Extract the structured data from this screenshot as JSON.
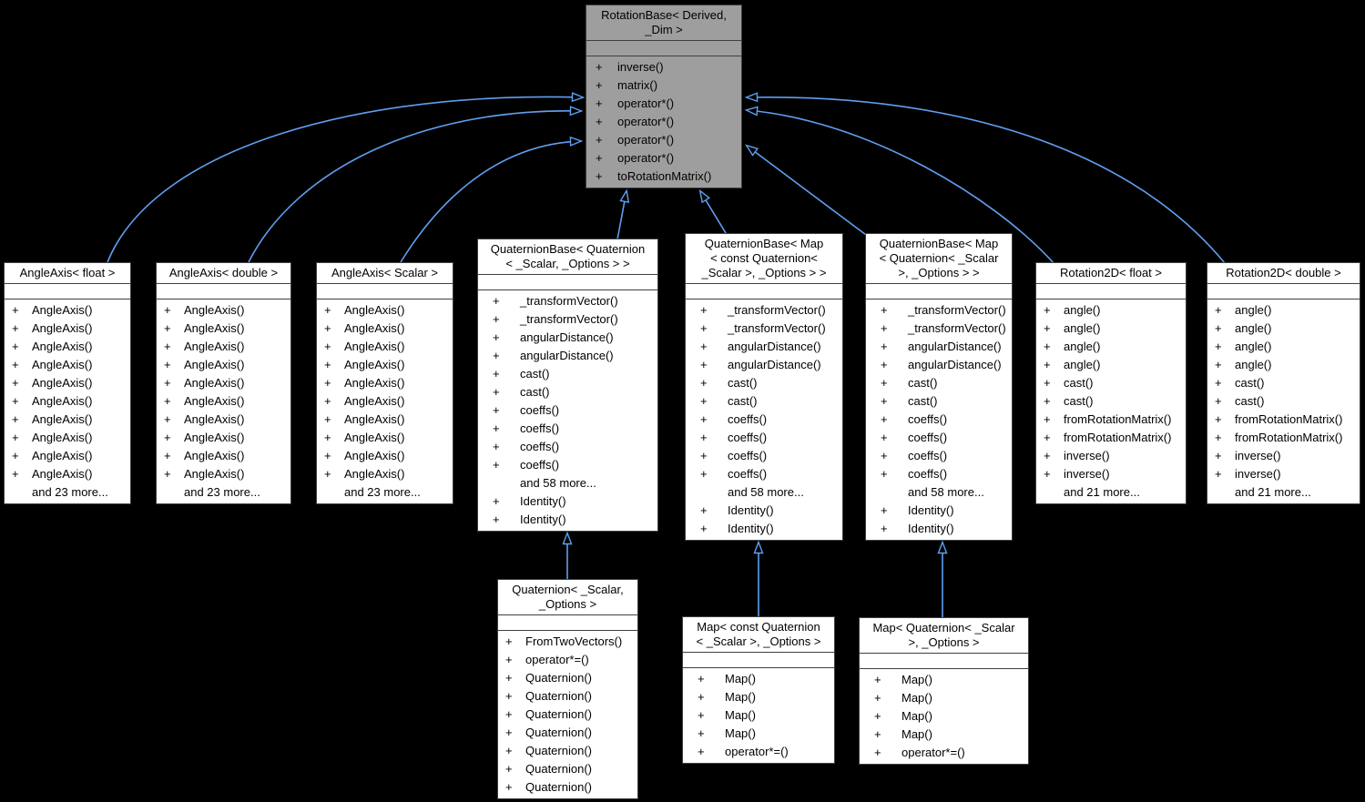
{
  "colors": {
    "background": "#000000",
    "edge": "#5f9ff0",
    "node_fill": "#ffffff",
    "base_node_fill": "#9e9e9e",
    "border": "#3f3f3f",
    "text": "#000000"
  },
  "classes": [
    {
      "id": "rotation-base",
      "title_lines": [
        "RotationBase< Derived,",
        "_Dim >"
      ],
      "methods": [
        "+ inverse()",
        "+ matrix()",
        "+ operator*()",
        "+ operator*()",
        "+ operator*()",
        "+ operator*()",
        "+ toRotationMatrix()"
      ]
    },
    {
      "id": "angleaxis-float",
      "title_lines": [
        "AngleAxis< float >"
      ],
      "methods": [
        "+ AngleAxis()",
        "+ AngleAxis()",
        "+ AngleAxis()",
        "+ AngleAxis()",
        "+ AngleAxis()",
        "+ AngleAxis()",
        "+ AngleAxis()",
        "+ AngleAxis()",
        "+ AngleAxis()",
        "+ AngleAxis()",
        "and 23 more..."
      ]
    },
    {
      "id": "angleaxis-double",
      "title_lines": [
        "AngleAxis< double >"
      ],
      "methods": [
        "+ AngleAxis()",
        "+ AngleAxis()",
        "+ AngleAxis()",
        "+ AngleAxis()",
        "+ AngleAxis()",
        "+ AngleAxis()",
        "+ AngleAxis()",
        "+ AngleAxis()",
        "+ AngleAxis()",
        "+ AngleAxis()",
        "and 23 more..."
      ]
    },
    {
      "id": "angleaxis-scalar",
      "title_lines": [
        "AngleAxis< Scalar >"
      ],
      "methods": [
        "+ AngleAxis()",
        "+ AngleAxis()",
        "+ AngleAxis()",
        "+ AngleAxis()",
        "+ AngleAxis()",
        "+ AngleAxis()",
        "+ AngleAxis()",
        "+ AngleAxis()",
        "+ AngleAxis()",
        "+ AngleAxis()",
        "and 23 more..."
      ]
    },
    {
      "id": "qb-quaternion",
      "title_lines": [
        "QuaternionBase< Quaternion",
        "< _Scalar, _Options > >"
      ],
      "methods": [
        "+ _transformVector()",
        "+ _transformVector()",
        "+ angularDistance()",
        "+ angularDistance()",
        "+ cast()",
        "+ cast()",
        "+ coeffs()",
        "+ coeffs()",
        "+ coeffs()",
        "+ coeffs()",
        "and 58 more...",
        "+ Identity()",
        "+ Identity()"
      ]
    },
    {
      "id": "qb-map-const-quaternion",
      "title_lines": [
        "QuaternionBase< Map",
        "< const Quaternion<",
        "_Scalar >, _Options > >"
      ],
      "methods": [
        "+ _transformVector()",
        "+ _transformVector()",
        "+ angularDistance()",
        "+ angularDistance()",
        "+ cast()",
        "+ cast()",
        "+ coeffs()",
        "+ coeffs()",
        "+ coeffs()",
        "+ coeffs()",
        "and 58 more...",
        "+ Identity()",
        "+ Identity()"
      ]
    },
    {
      "id": "qb-map-quaternion",
      "title_lines": [
        "QuaternionBase< Map",
        "< Quaternion< _Scalar",
        ">, _Options > >"
      ],
      "methods": [
        "+ _transformVector()",
        "+ _transformVector()",
        "+ angularDistance()",
        "+ angularDistance()",
        "+ cast()",
        "+ cast()",
        "+ coeffs()",
        "+ coeffs()",
        "+ coeffs()",
        "+ coeffs()",
        "and 58 more...",
        "+ Identity()",
        "+ Identity()"
      ]
    },
    {
      "id": "rotation2d-float",
      "title_lines": [
        "Rotation2D< float >"
      ],
      "methods": [
        "+ angle()",
        "+ angle()",
        "+ angle()",
        "+ angle()",
        "+ cast()",
        "+ cast()",
        "+ fromRotationMatrix()",
        "+ fromRotationMatrix()",
        "+ inverse()",
        "+ inverse()",
        "and 21 more..."
      ]
    },
    {
      "id": "rotation2d-double",
      "title_lines": [
        "Rotation2D< double >"
      ],
      "methods": [
        "+ angle()",
        "+ angle()",
        "+ angle()",
        "+ angle()",
        "+ cast()",
        "+ cast()",
        "+ fromRotationMatrix()",
        "+ fromRotationMatrix()",
        "+ inverse()",
        "+ inverse()",
        "and 21 more..."
      ]
    },
    {
      "id": "quaternion",
      "title_lines": [
        "Quaternion< _Scalar,",
        "_Options >"
      ],
      "methods": [
        "+ FromTwoVectors()",
        "+ operator*=()",
        "+ Quaternion()",
        "+ Quaternion()",
        "+ Quaternion()",
        "+ Quaternion()",
        "+ Quaternion()",
        "+ Quaternion()",
        "+ Quaternion()"
      ]
    },
    {
      "id": "map-const-quaternion",
      "title_lines": [
        "Map< const Quaternion",
        "< _Scalar >, _Options >"
      ],
      "methods": [
        "+ Map()",
        "+ Map()",
        "+ Map()",
        "+ Map()",
        "+ operator*=()"
      ]
    },
    {
      "id": "map-quaternion",
      "title_lines": [
        "Map< Quaternion< _Scalar",
        ">, _Options >"
      ],
      "methods": [
        "+ Map()",
        "+ Map()",
        "+ Map()",
        "+ Map()",
        "+ operator*=()"
      ]
    }
  ],
  "edges": [
    {
      "from": "angleaxis-float",
      "to": "rotation-base"
    },
    {
      "from": "angleaxis-double",
      "to": "rotation-base"
    },
    {
      "from": "angleaxis-scalar",
      "to": "rotation-base"
    },
    {
      "from": "qb-quaternion",
      "to": "rotation-base"
    },
    {
      "from": "qb-map-const-quaternion",
      "to": "rotation-base"
    },
    {
      "from": "qb-map-quaternion",
      "to": "rotation-base"
    },
    {
      "from": "rotation2d-float",
      "to": "rotation-base"
    },
    {
      "from": "rotation2d-double",
      "to": "rotation-base"
    },
    {
      "from": "quaternion",
      "to": "qb-quaternion"
    },
    {
      "from": "map-const-quaternion",
      "to": "qb-map-const-quaternion"
    },
    {
      "from": "map-quaternion",
      "to": "qb-map-quaternion"
    }
  ]
}
